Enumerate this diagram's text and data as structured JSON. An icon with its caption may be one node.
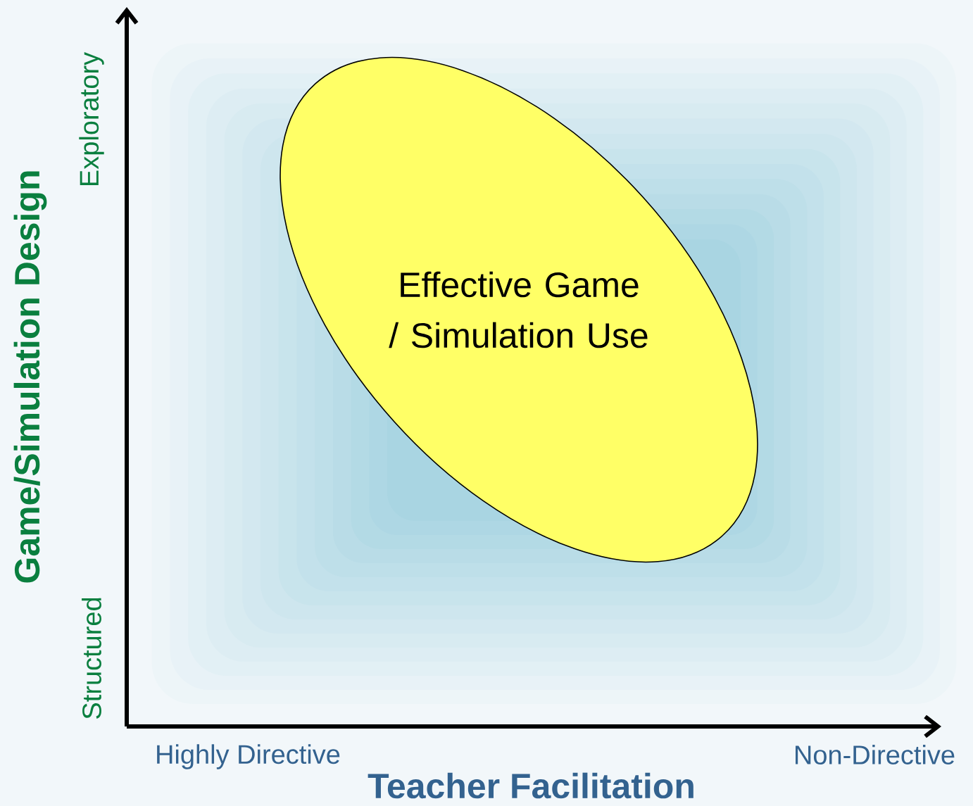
{
  "diagram": {
    "nodes": [
      {
        "text": [
          "Effective Game / Simulation Use"
        ]
      }
    ],
    "labels": [
      "Exploratory",
      "Game/Simulation Design",
      "Structured",
      "Highly Directive",
      "Teacher Facilitation",
      "Non-Directive"
    ]
  }
}
